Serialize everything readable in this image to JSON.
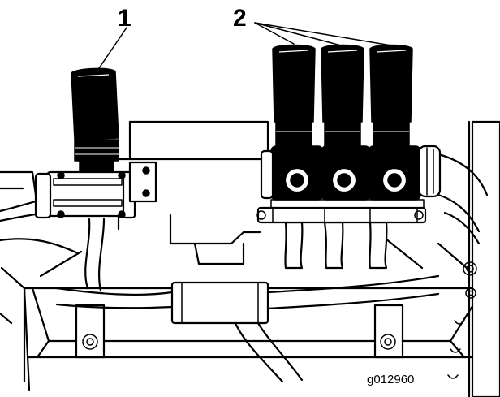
{
  "figure": {
    "id": "g012960",
    "colors": {
      "ink": "#000000",
      "background": "#ffffff"
    }
  },
  "callouts": [
    {
      "label": "1"
    },
    {
      "label": "2"
    }
  ]
}
